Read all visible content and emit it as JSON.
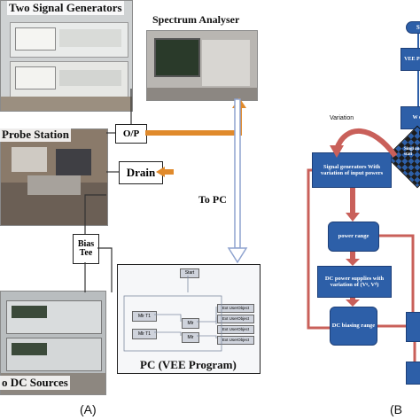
{
  "panel_a": {
    "caption": "(A)",
    "generators_label": "Two Signal Generators",
    "spectrum_label": "Spectrum Analyser",
    "probe_label": "Probe Station",
    "op_label": "O/P",
    "drain_label": "Drain",
    "bias_tee_label": "Bias Tee",
    "to_pc_label": "To PC",
    "dc_label": "o DC Sources",
    "pc_label": "PC (VEE Program)",
    "vee": {
      "start": "Start",
      "nodes": [
        "Mlr T1",
        "Mlr T1",
        "Mlr",
        "Mlr"
      ],
      "outputs": [
        "Ext UserObject",
        "Ext UserObject",
        "Ext UserObject",
        "Ext UserObject"
      ]
    }
  },
  "panel_b": {
    "caption": "(B",
    "variation_label": "Variation",
    "nodes": {
      "start": "St",
      "vee": "VEE Progra",
      "w": "W or",
      "decision": "Singl an stati",
      "signal": "Signal generators With variation of input powers",
      "power": "power range",
      "dc_supply": "DC power supplies with variation of (Vᵍ, Vᵈ)",
      "dc_bias": "DC biasing range"
    }
  },
  "colors": {
    "flow_blue": "#2d5fa8",
    "arrow_red": "#c9605a",
    "arrow_orange": "#e08a2c",
    "to_pc_arrow": "#8fa3cf"
  }
}
